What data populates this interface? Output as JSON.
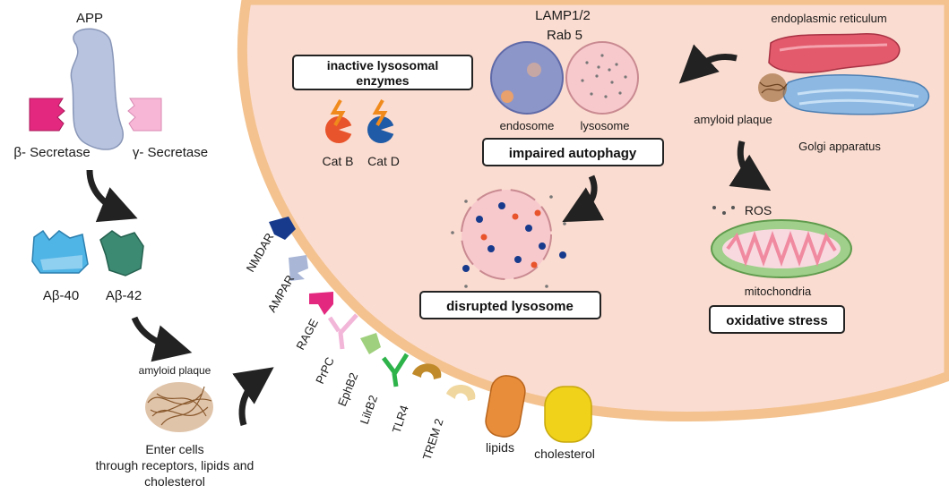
{
  "labels": {
    "app": "APP",
    "beta_secretase": "β- Secretase",
    "gamma_secretase": "γ- Secretase",
    "abeta40": "Aβ-40",
    "abeta42": "Aβ-42",
    "amyloid_plaque_left": "amyloid plaque",
    "enter_cells": [
      "Enter cells",
      "through receptors, lipids and",
      "cholesterol"
    ],
    "receptors": [
      "NMDAR",
      "AMPAR",
      "RAGE",
      "PrPC",
      "EphB2",
      "LilrB2",
      "TLR4",
      "TREM 2"
    ],
    "lipids": "lipids",
    "cholesterol": "cholesterol",
    "inactive_enzymes": [
      "inactive lysosomal",
      "enzymes"
    ],
    "cat_b": "Cat B",
    "cat_d": "Cat D",
    "lamp": "LAMP1/2",
    "rab5": "Rab 5",
    "endosome": "endosome",
    "lysosome": "lysosome",
    "impaired_autophagy": "impaired autophagy",
    "disrupted_lysosome": "disrupted lysosome",
    "endoplasmic_reticulum": "endoplasmic reticulum",
    "amyloid_plaque_right": "amyloid plaque",
    "golgi": "Golgi apparatus",
    "ros": "ROS",
    "mitochondria": "mitochondria",
    "oxidative_stress": "oxidative stress"
  },
  "colors": {
    "cell_fill": "#fbdcd0",
    "cell_border": "#f3c28f",
    "arrow": "#222222",
    "app_protein": "#b7c3df",
    "beta_secretase": "#e3297f",
    "gamma_secretase": "#f7b6d6",
    "abeta40": "#4fb4e6",
    "abeta42": "#3d8a73",
    "plaque": "#8a5a2e",
    "nmdar": "#173a8c",
    "ampar": "#a9b6d6",
    "rage": "#e3297f",
    "prpc": "#f2b6d9",
    "ephb2": "#9fd07d",
    "lilrb2": "#2db34a",
    "tlr4": "#c08a2a",
    "trem2": "#f0d7a0",
    "lipids": "#e88d3a",
    "cholesterol": "#f1d21a",
    "cat_b": "#e8542b",
    "cat_d": "#1f5ba6",
    "lightning": "#f08a1c",
    "endosome": "#8d96c8",
    "lysosome": "#f7c9cd",
    "er": "#e25a6b",
    "golgi": "#8cb8e2",
    "mitochondria_outer": "#9fcf8a",
    "mitochondria_inner": "#f08aa0"
  }
}
